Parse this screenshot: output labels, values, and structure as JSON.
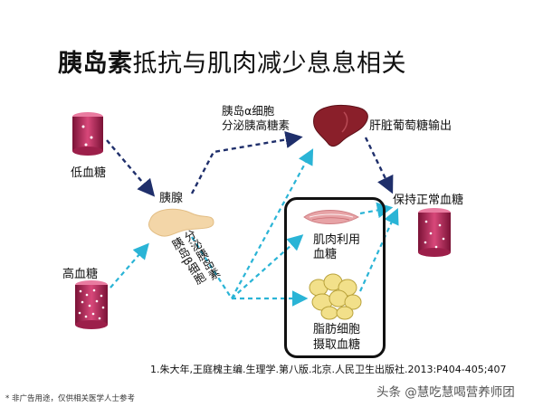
{
  "title": {
    "bold": "胰岛素",
    "rest": "抵抗与肌肉减少息息相关"
  },
  "labels": {
    "low_sugar": "低血糖",
    "high_sugar": "高血糖",
    "pancreas": "胰腺",
    "alpha_cells_line1": "胰岛α细胞",
    "alpha_cells_line2": "分泌胰高糖素",
    "liver_output": "肝脏葡萄糖输出",
    "keep_normal": "保持正常血糖",
    "muscle_line1": "肌肉利用",
    "muscle_line2": "血糖",
    "fat_line1": "脂肪细胞",
    "fat_line2": "摄取血糖",
    "beta_line1": "胰岛β细胞",
    "beta_line2": "分泌胰岛素"
  },
  "reference": "1.朱大年,王庭槐主编.生理学.第八版.北京.人民卫生出版社.2013:P404-405;407",
  "footnote": "* 非广告用途，仅供相关医学人士参考",
  "watermark": "头条 @慧吃慧喝营养师团",
  "colors": {
    "dark_arrow": "#1f2f6b",
    "light_arrow": "#2ab4d6",
    "tube": "#c8386a",
    "liver": "#8a1f2a"
  },
  "icons": [
    "blood-vessel-icon",
    "pancreas-icon",
    "liver-icon",
    "muscle-icon",
    "fat-cells-icon"
  ]
}
